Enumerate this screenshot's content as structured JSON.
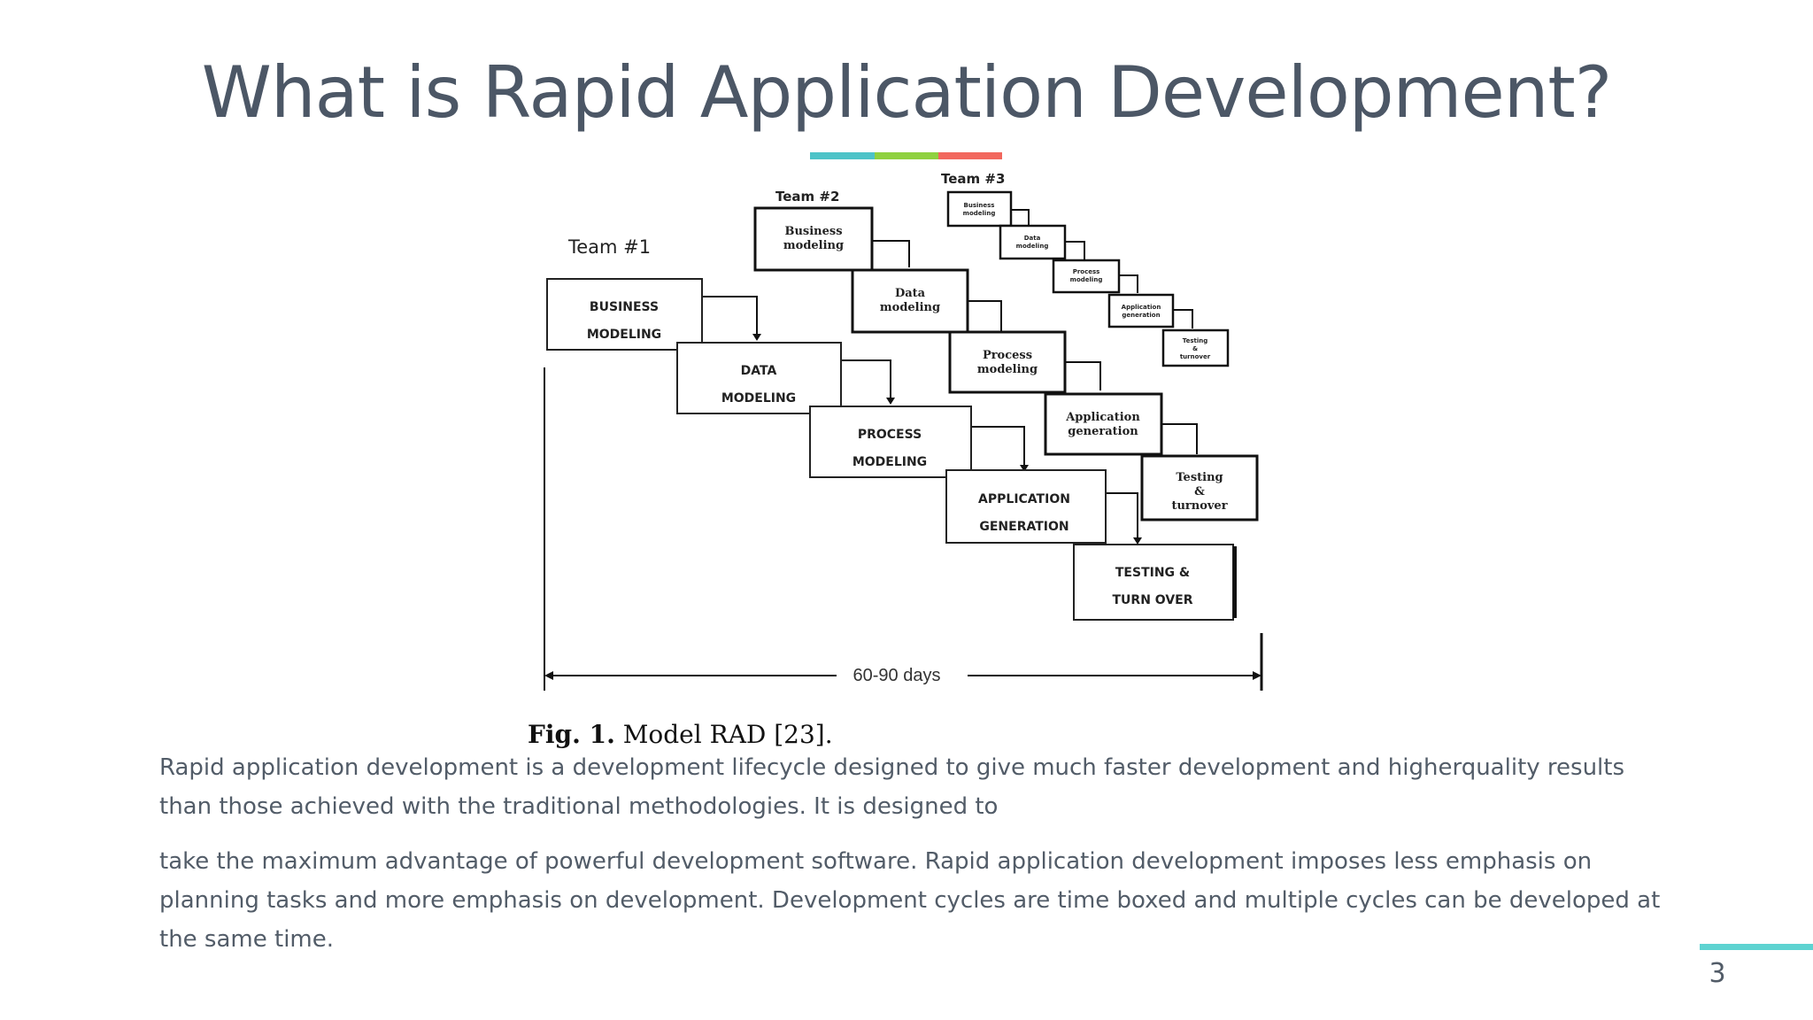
{
  "slide": {
    "title": "What is Rapid Application Development?",
    "accent_colors": [
      "#4cc3c8",
      "#8fd13f",
      "#f2675d"
    ],
    "page_number": "3",
    "corner_line_color": "#5ed3d1"
  },
  "figure": {
    "team1_label": "Team #1",
    "team2_label": "Team #2",
    "team3_label": "Team #3",
    "team1_boxes": [
      {
        "line1": "BUSINESS",
        "line2": "MODELING"
      },
      {
        "line1": "DATA",
        "line2": "MODELING"
      },
      {
        "line1": "PROCESS",
        "line2": "MODELING"
      },
      {
        "line1": "APPLICATION",
        "line2": "GENERATION"
      },
      {
        "line1": "TESTING &",
        "line2": "TURN OVER"
      }
    ],
    "team2_boxes": [
      {
        "line1": "Business",
        "line2": "modeling"
      },
      {
        "line1": "Data",
        "line2": "modeling"
      },
      {
        "line1": "Process",
        "line2": "modeling"
      },
      {
        "line1": "Application",
        "line2": "generation"
      },
      {
        "line1": "Testing",
        "line2": "&",
        "line3": "turnover"
      }
    ],
    "team3_boxes": [
      {
        "line1": "Business",
        "line2": "modeling"
      },
      {
        "line1": "Data",
        "line2": "modeling"
      },
      {
        "line1": "Process",
        "line2": "modeling"
      },
      {
        "line1": "Application",
        "line2": "generation"
      },
      {
        "line1": "Testing",
        "line2": "&",
        "line3": "turnover"
      }
    ],
    "duration_label": "60-90 days",
    "caption_prefix": "Fig. 1.",
    "caption_rest": " Model RAD [23]."
  },
  "body": {
    "paragraph1": "Rapid application development is a development lifecycle designed to give much faster development and higherquality results than those achieved with the traditional methodologies. It is designed to",
    "paragraph2": "take the maximum advantage of powerful development software. Rapid application development imposes less emphasis on planning tasks and more emphasis on development. Development cycles are time boxed and multiple cycles can be developed at the same time."
  }
}
